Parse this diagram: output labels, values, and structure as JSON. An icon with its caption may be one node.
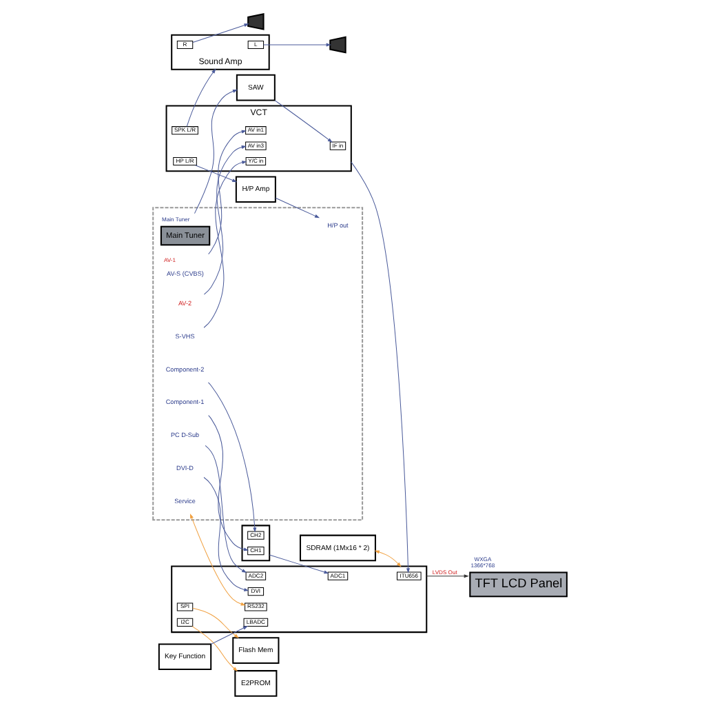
{
  "diagram": {
    "nodes": [
      {
        "text": [],
        "shape": "box"
      },
      {
        "text": [
          "Main Tuner"
        ],
        "beside": [
          "Main Tuner"
        ],
        "in": 0
      },
      {
        "text": [
          "S-VHS"
        ],
        "in": 0
      },
      {
        "text": [
          "AV-S (CVBS)"
        ],
        "beside": [
          "AV-1"
        ],
        "in": 0
      },
      {
        "text": [
          "AV-2"
        ],
        "in": 0
      },
      {
        "text": [
          "Component-1"
        ],
        "in": 0
      },
      {
        "text": [
          "Component-2"
        ],
        "in": 0
      },
      {
        "text": [
          "PC D-Sub"
        ],
        "in": 0
      },
      {
        "text": [
          "DVI-D"
        ],
        "in": 0
      },
      {
        "text": [
          "H/P out"
        ],
        "in": 0
      },
      {
        "text": [
          "Service"
        ],
        "in": 0
      },
      {
        "text": [
          "SAW"
        ]
      },
      {
        "text": [
          "VCT"
        ]
      },
      {
        "text": [
          "IF in"
        ],
        "in": 12
      },
      {
        "text": [
          "Y/C in"
        ],
        "in": 12
      },
      {
        "text": [
          "AV in1"
        ],
        "in": 12
      },
      {
        "text": [
          "AV in3"
        ],
        "in": 12
      },
      {
        "text": [
          "HP L/R"
        ],
        "in": 12
      },
      {
        "text": [
          "SPK L/R"
        ],
        "in": 12
      },
      {
        "text": [],
        "shape": "box"
      },
      {
        "text": [
          "CH1"
        ],
        "in": 19
      },
      {
        "text": [
          "CH2"
        ],
        "in": 19
      },
      {
        "text": [
          "SDRAM (1Mx16 * 2)"
        ]
      },
      {
        "text": [],
        "shape": "box"
      },
      {
        "text": [
          "ITU656"
        ],
        "in": 23
      },
      {
        "text": [
          "ADC1"
        ],
        "in": 23
      },
      {
        "text": [
          "ADC2"
        ],
        "in": 23
      },
      {
        "text": [
          "DVI"
        ],
        "in": 23
      },
      {
        "text": [
          "LBADC"
        ],
        "in": 23
      },
      {
        "text": [
          "RS232"
        ],
        "in": 23
      },
      {
        "text": [
          "SPI"
        ],
        "in": 23
      },
      {
        "text": [
          "I2C"
        ],
        "in": 23
      },
      {
        "text": [
          "TFT LCD Panel"
        ],
        "beside": [
          "WXGA",
          "1366*768"
        ]
      },
      {
        "text": [
          "Key Function"
        ]
      },
      {
        "text": [
          "E2PROM"
        ]
      },
      {
        "text": [
          "Flash Mem"
        ]
      },
      {
        "text": [
          "H/P Amp"
        ]
      },
      {
        "text": [
          "Sound Amp"
        ]
      },
      {
        "text": [
          "L"
        ],
        "in": 37
      },
      {
        "text": [
          "R"
        ],
        "in": 37
      },
      {
        "text": [],
        "shape": "speaker"
      },
      {
        "text": [],
        "shape": "speaker"
      }
    ],
    "edges": [
      {
        "from": 1,
        "to": 11,
        "arrow": "to"
      },
      {
        "from": 11,
        "to": 13,
        "arrow": "to"
      },
      {
        "from": 2,
        "to": 14,
        "arrow": "to"
      },
      {
        "from": 3,
        "to": 15,
        "arrow": "to"
      },
      {
        "from": 4,
        "to": 16,
        "arrow": "to"
      },
      {
        "from": 5,
        "to": 20,
        "arrow": "to"
      },
      {
        "from": 6,
        "to": 21,
        "arrow": "to"
      },
      {
        "from": 12,
        "to": 24,
        "arrow": "to"
      },
      {
        "from": 19,
        "to": 25,
        "arrow": "to"
      },
      {
        "from": 7,
        "to": 26,
        "arrow": "to"
      },
      {
        "from": 8,
        "to": 27,
        "arrow": "to"
      },
      {
        "from": 22,
        "to": 23,
        "arrow": "both",
        "color": "#f0a040"
      },
      {
        "from": 23,
        "to": 32,
        "arrow": "to",
        "label": "LVDS Out",
        "color": "#333333"
      },
      {
        "from": 33,
        "to": 28,
        "arrow": "to"
      },
      {
        "from": 31,
        "to": 34,
        "arrow": "to",
        "color": "#f0a040"
      },
      {
        "from": 30,
        "to": 35,
        "arrow": "to",
        "color": "#f0a040"
      },
      {
        "from": 10,
        "to": 29,
        "arrow": "both",
        "color": "#f0a040"
      },
      {
        "from": 17,
        "to": 36,
        "arrow": "to"
      },
      {
        "from": 36,
        "to": 9,
        "arrow": "to"
      },
      {
        "from": 18,
        "to": 37,
        "arrow": "to"
      },
      {
        "from": 38,
        "to": 40,
        "arrow": "to"
      },
      {
        "from": 39,
        "to": 41,
        "arrow": "to"
      }
    ]
  }
}
